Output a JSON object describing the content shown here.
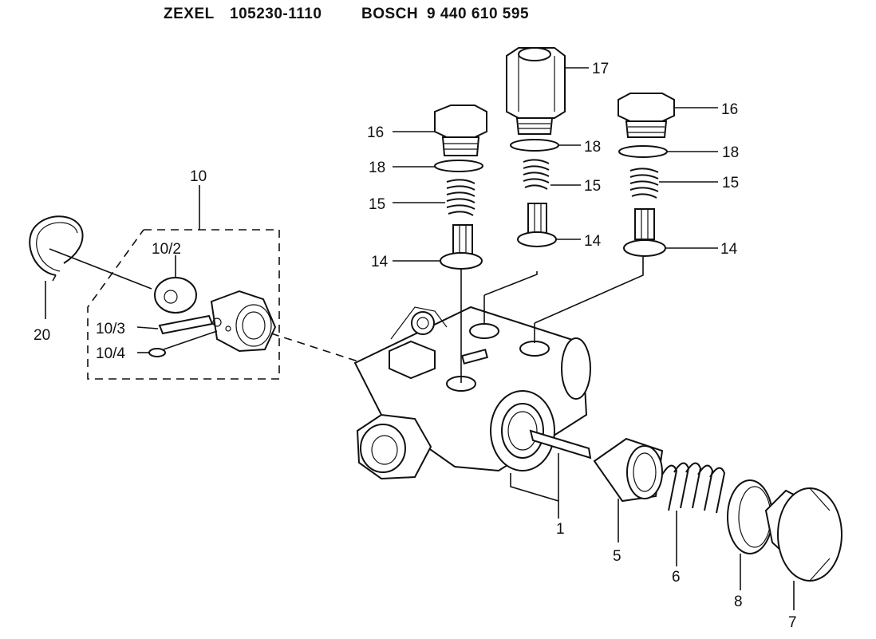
{
  "header": {
    "brand1": "ZEXEL",
    "code1": "105230-1110",
    "brand2": "BOSCH",
    "code2": "9 440 610 595"
  },
  "labels": {
    "p1": "1",
    "p5": "5",
    "p6": "6",
    "p7": "7",
    "p8": "8",
    "p10": "10",
    "p10_2": "10/2",
    "p10_3": "10/3",
    "p10_4": "10/4",
    "p14a": "14",
    "p14b": "14",
    "p14c": "14",
    "p15a": "15",
    "p15b": "15",
    "p15c": "15",
    "p16a": "16",
    "p16b": "16",
    "p17": "17",
    "p18a": "18",
    "p18b": "18",
    "p18c": "18",
    "p20": "20"
  }
}
